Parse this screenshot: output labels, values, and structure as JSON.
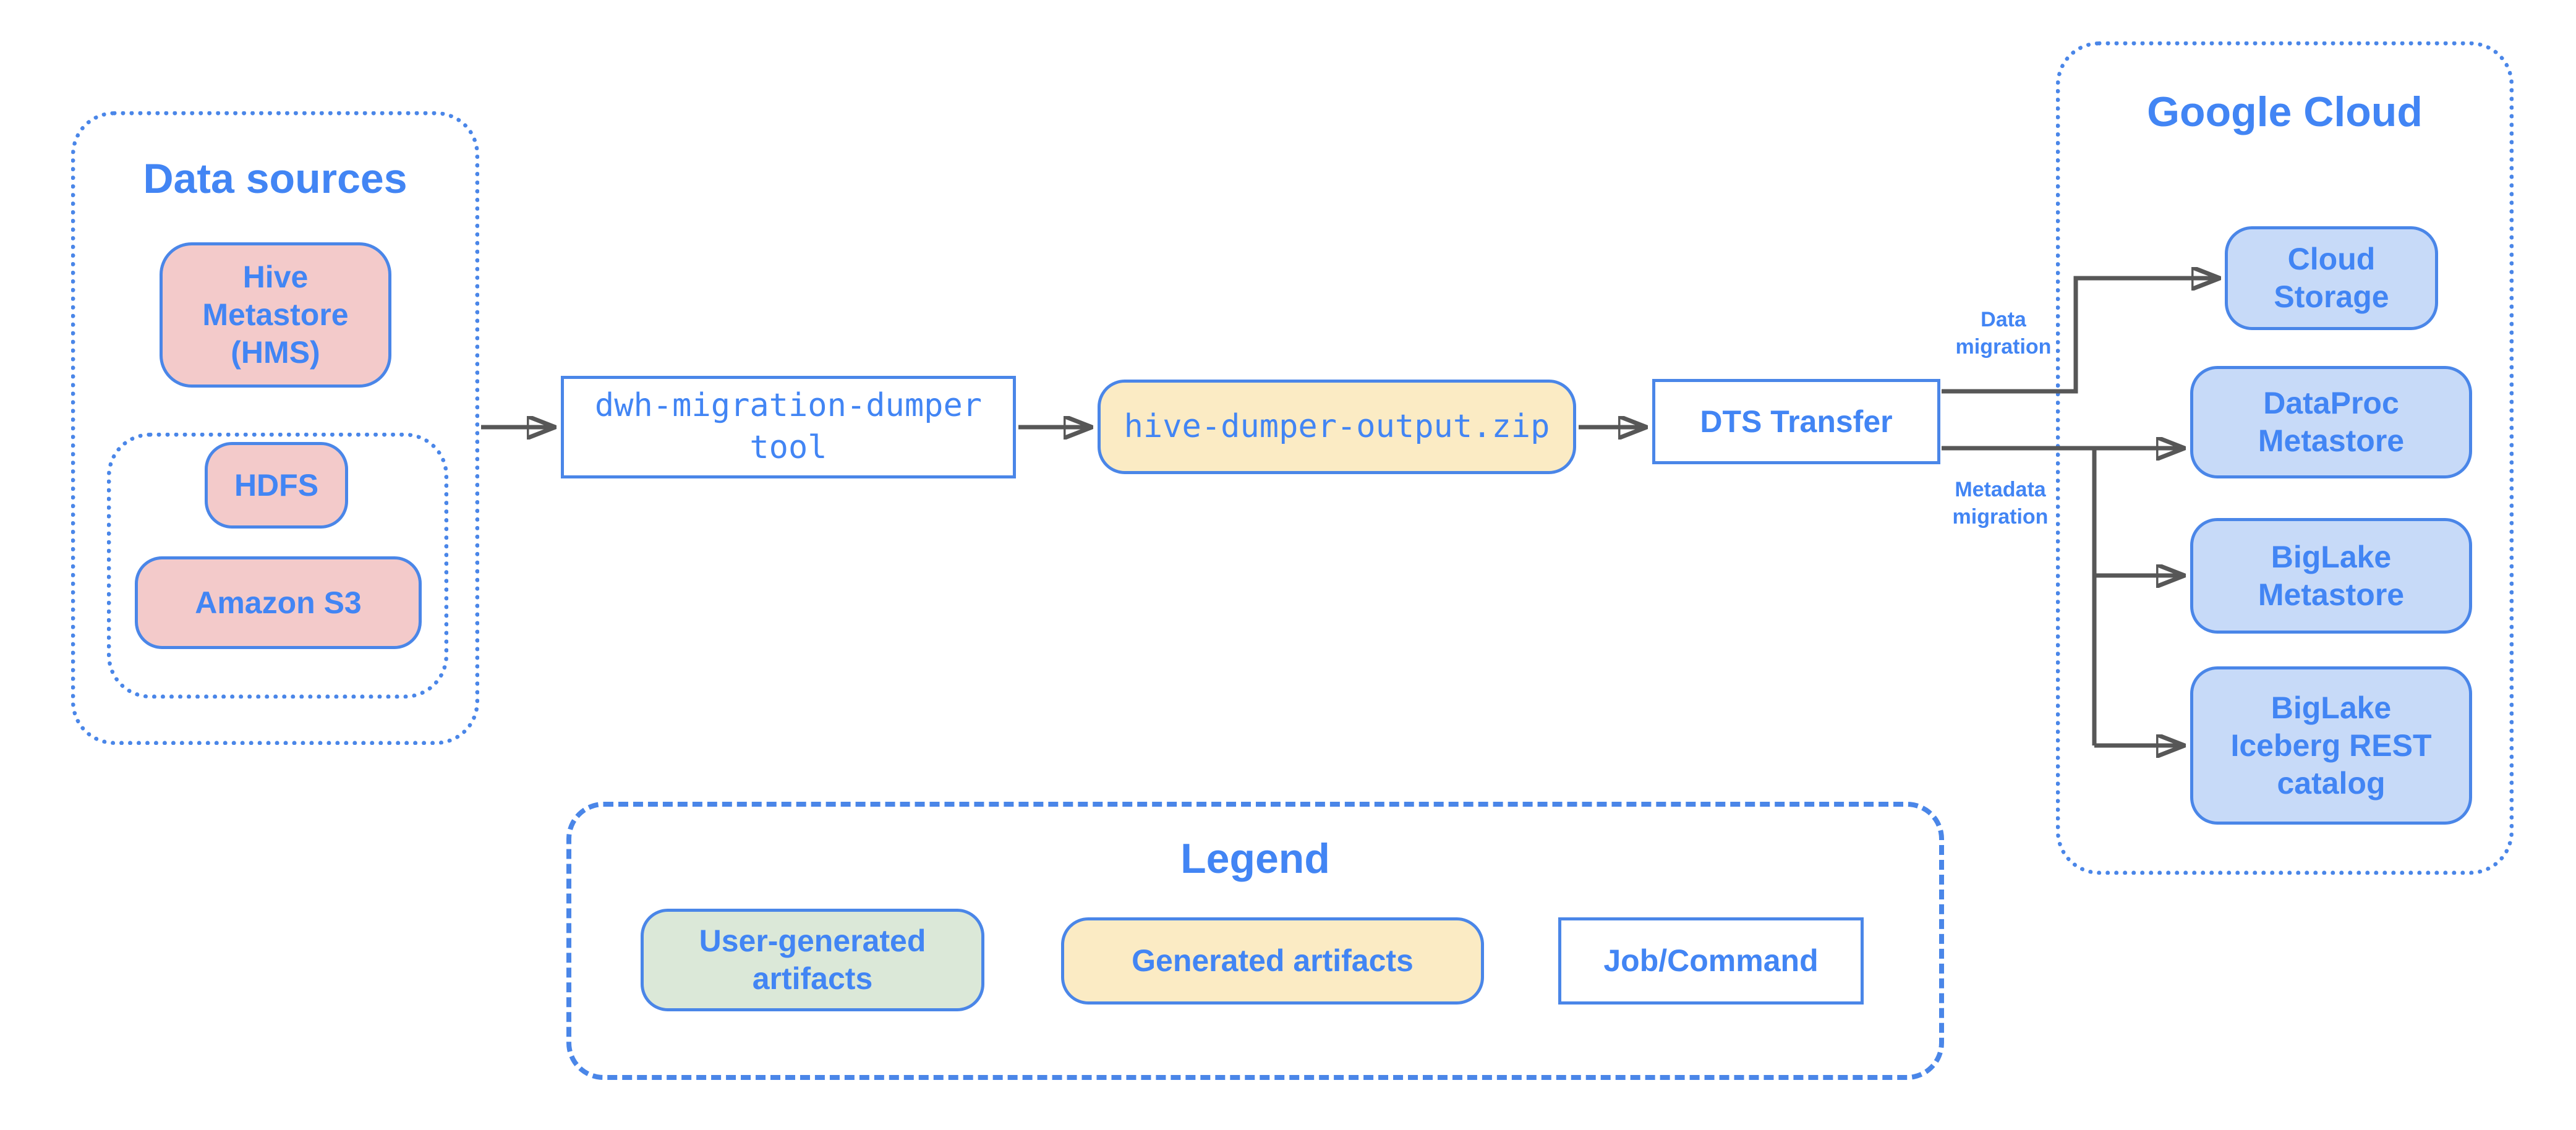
{
  "colors": {
    "accent_blue": "#4285F4",
    "border_blue": "#4A86E8",
    "user_generated_fill": "#F3CACA",
    "generated_fill": "#FBEBC4",
    "google_cloud_service_fill": "#C7DAF8",
    "legend_user_generated_fill": "#DBE8D8",
    "arrow_gray": "#575757",
    "background": "#FFFFFF"
  },
  "containers": {
    "data_sources": {
      "title": "Data sources"
    },
    "google_cloud": {
      "title": "Google Cloud"
    },
    "legend": {
      "title": "Legend"
    }
  },
  "nodes": {
    "hive_metastore": {
      "label": "Hive\nMetastore\n(HMS)",
      "category": "user-generated artifact"
    },
    "hdfs": {
      "label": "HDFS",
      "category": "user-generated artifact"
    },
    "amazon_s3": {
      "label": "Amazon S3",
      "category": "user-generated artifact"
    },
    "dumper_tool": {
      "label": "dwh-migration-dumper\ntool",
      "category": "job/command"
    },
    "dumper_output": {
      "label": "hive-dumper-output.zip",
      "category": "generated artifact"
    },
    "dts_transfer": {
      "label": "DTS Transfer",
      "category": "job/command"
    },
    "cloud_storage": {
      "label": "Cloud\nStorage",
      "category": "google cloud service"
    },
    "dataproc_metastore": {
      "label": "DataProc\nMetastore",
      "category": "google cloud service"
    },
    "biglake_metastore": {
      "label": "BigLake\nMetastore",
      "category": "google cloud service"
    },
    "biglake_iceberg_rest_catalog": {
      "label": "BigLake\nIceberg REST\ncatalog",
      "category": "google cloud service"
    }
  },
  "edge_labels": {
    "data_migration": "Data\nmigration",
    "metadata_migration": "Metadata\nmigration"
  },
  "legend_items": {
    "user_generated": "User-generated\nartifacts",
    "generated": "Generated artifacts",
    "job": "Job/Command"
  }
}
